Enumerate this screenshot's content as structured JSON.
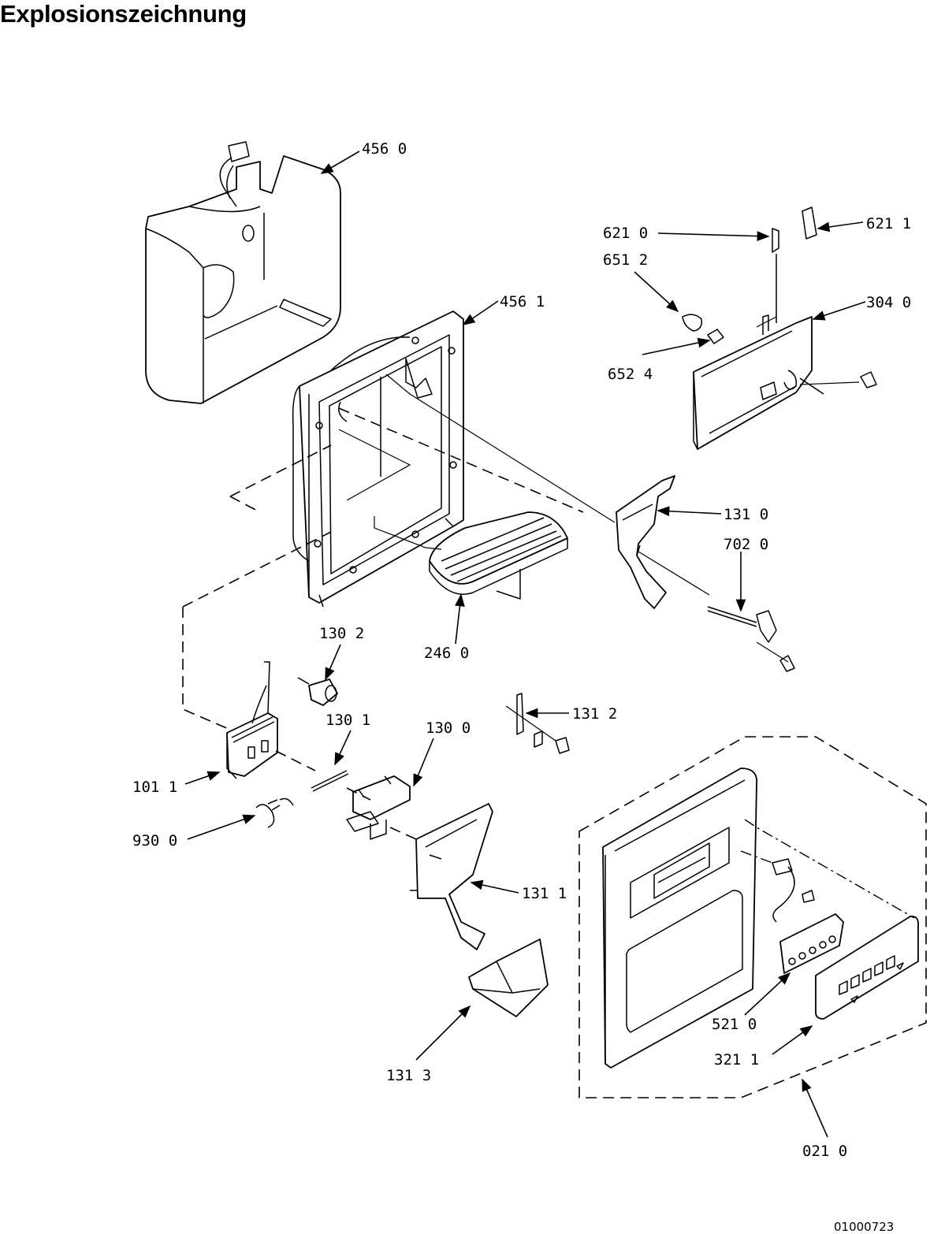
{
  "title": "Explosionszeichnung",
  "doc_number": "01000723",
  "callouts": [
    {
      "id": "456-0",
      "text": "456 0"
    },
    {
      "id": "456-1",
      "text": "456 1"
    },
    {
      "id": "621-0",
      "text": "621 0"
    },
    {
      "id": "621-1",
      "text": "621 1"
    },
    {
      "id": "651-2",
      "text": "651 2"
    },
    {
      "id": "304-0",
      "text": "304 0"
    },
    {
      "id": "652-4",
      "text": "652 4"
    },
    {
      "id": "131-0",
      "text": "131 0"
    },
    {
      "id": "702-0",
      "text": "702 0"
    },
    {
      "id": "130-2",
      "text": "130 2"
    },
    {
      "id": "246-0",
      "text": "246 0"
    },
    {
      "id": "131-2",
      "text": "131 2"
    },
    {
      "id": "130-1",
      "text": "130 1"
    },
    {
      "id": "130-0",
      "text": "130 0"
    },
    {
      "id": "101-1",
      "text": "101 1"
    },
    {
      "id": "930-0",
      "text": "930 0"
    },
    {
      "id": "131-1",
      "text": "131 1"
    },
    {
      "id": "131-3",
      "text": "131 3"
    },
    {
      "id": "521-0",
      "text": "521 0"
    },
    {
      "id": "321-1",
      "text": "321 1"
    },
    {
      "id": "021-0",
      "text": "021 0"
    }
  ]
}
